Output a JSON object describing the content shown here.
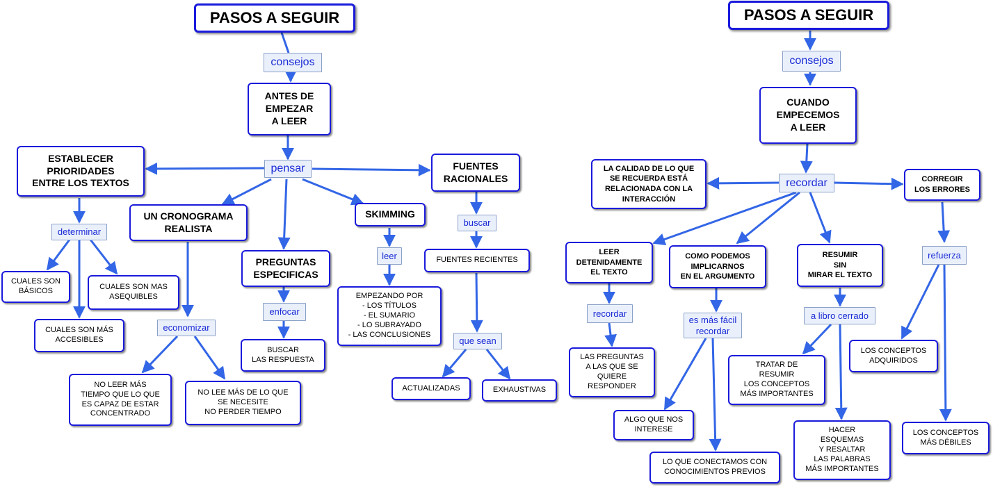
{
  "colors": {
    "border": "#1a1adc",
    "arrow": "#3366e6",
    "linker_text": "#1a2bd6",
    "linker_fill": "#eaf0fb"
  },
  "left_map": {
    "title": "PASOS A SEGUIR",
    "l_consejos": "consejos",
    "antes": "ANTES DE\nEMPEZAR\nA LEER",
    "l_pensar": "pensar",
    "establecer": "ESTABLECER\nPRIORIDADES\nENTRE LOS TEXTOS",
    "fuentes": "FUENTES\nRACIONALES",
    "l_determinar": "determinar",
    "basicos": "CUALES SON\nBÁSICOS",
    "asequibles": "CUALES SON MAS\nASEQUIBLES",
    "accesibles": "CUALES SON MÁS\nACCESIBLES",
    "cronograma": "UN CRONOGRAMA\nREALISTA",
    "l_economizar": "economizar",
    "no_leer": "NO LEER MÁS\nTIEMPO QUE LO QUE\nES CAPAZ DE ESTAR\nCONCENTRADO",
    "no_lee": "NO LEE MÁS DE LO QUE\nSE NECESITE\nNO PERDER TIEMPO",
    "preguntas": "PREGUNTAS\nESPECIFICAS",
    "l_enfocar": "enfocar",
    "buscar_resp": "BUSCAR\nLAS RESPUESTA",
    "skimming": "SKIMMING",
    "l_leer": "leer",
    "empezando": "EMPEZANDO POR\n- LOS TÍTULOS\n- EL SUMARIO\n- LO SUBRAYADO\n- LAS CONCLUSIONES",
    "l_buscar": "buscar",
    "recientes": "FUENTES RECIENTES",
    "l_que_sean": "que sean",
    "actualizadas": "ACTUALIZADAS",
    "exhaustivas": "EXHAUSTIVAS"
  },
  "right_map": {
    "title": "PASOS A SEGUIR",
    "l_consejos": "consejos",
    "cuando": "CUANDO\nEMPECEMOS\nA LEER",
    "l_recordar": "recordar",
    "calidad": "LA CALIDAD DE LO QUE\nSE RECUERDA ESTÁ\nRELACIONADA CON LA\nINTERACCIÓN",
    "corregir": "CORREGIR\nLOS ERRORES",
    "detenidamente": "LEER\nDETENIDAMENTE\nEL TEXTO",
    "implicarnos": "COMO PODEMOS\nIMPLICARNOS\nEN EL ARGUMENTO",
    "resumir": "RESUMIR\nSIN\nMIRAR EL TEXTO",
    "l_refuerza": "refuerza",
    "l_recordar2": "recordar",
    "preguntas": "LAS PREGUNTAS\nA LAS QUE SE\nQUIERE\nRESPONDER",
    "l_mas_facil": "es más fácil\nrecordar",
    "interese": "ALGO QUE NOS\nINTERESE",
    "conectamos": "LO QUE CONECTAMOS CON\nCONOCIMIENTOS PREVIOS",
    "l_libro": "a libro cerrado",
    "tratar": "TRATAR DE\nRESUMIR\nLOS CONCEPTOS\nMÁS IMPORTANTES",
    "esquemas": "HACER\nESQUEMAS\nY RESALTAR\nLAS PALABRAS\nMÁS IMPORTANTES",
    "adquiridos": "LOS CONCEPTOS\nADQUIRIDOS",
    "debiles": "LOS CONCEPTOS\nMÁS DÉBILES"
  }
}
